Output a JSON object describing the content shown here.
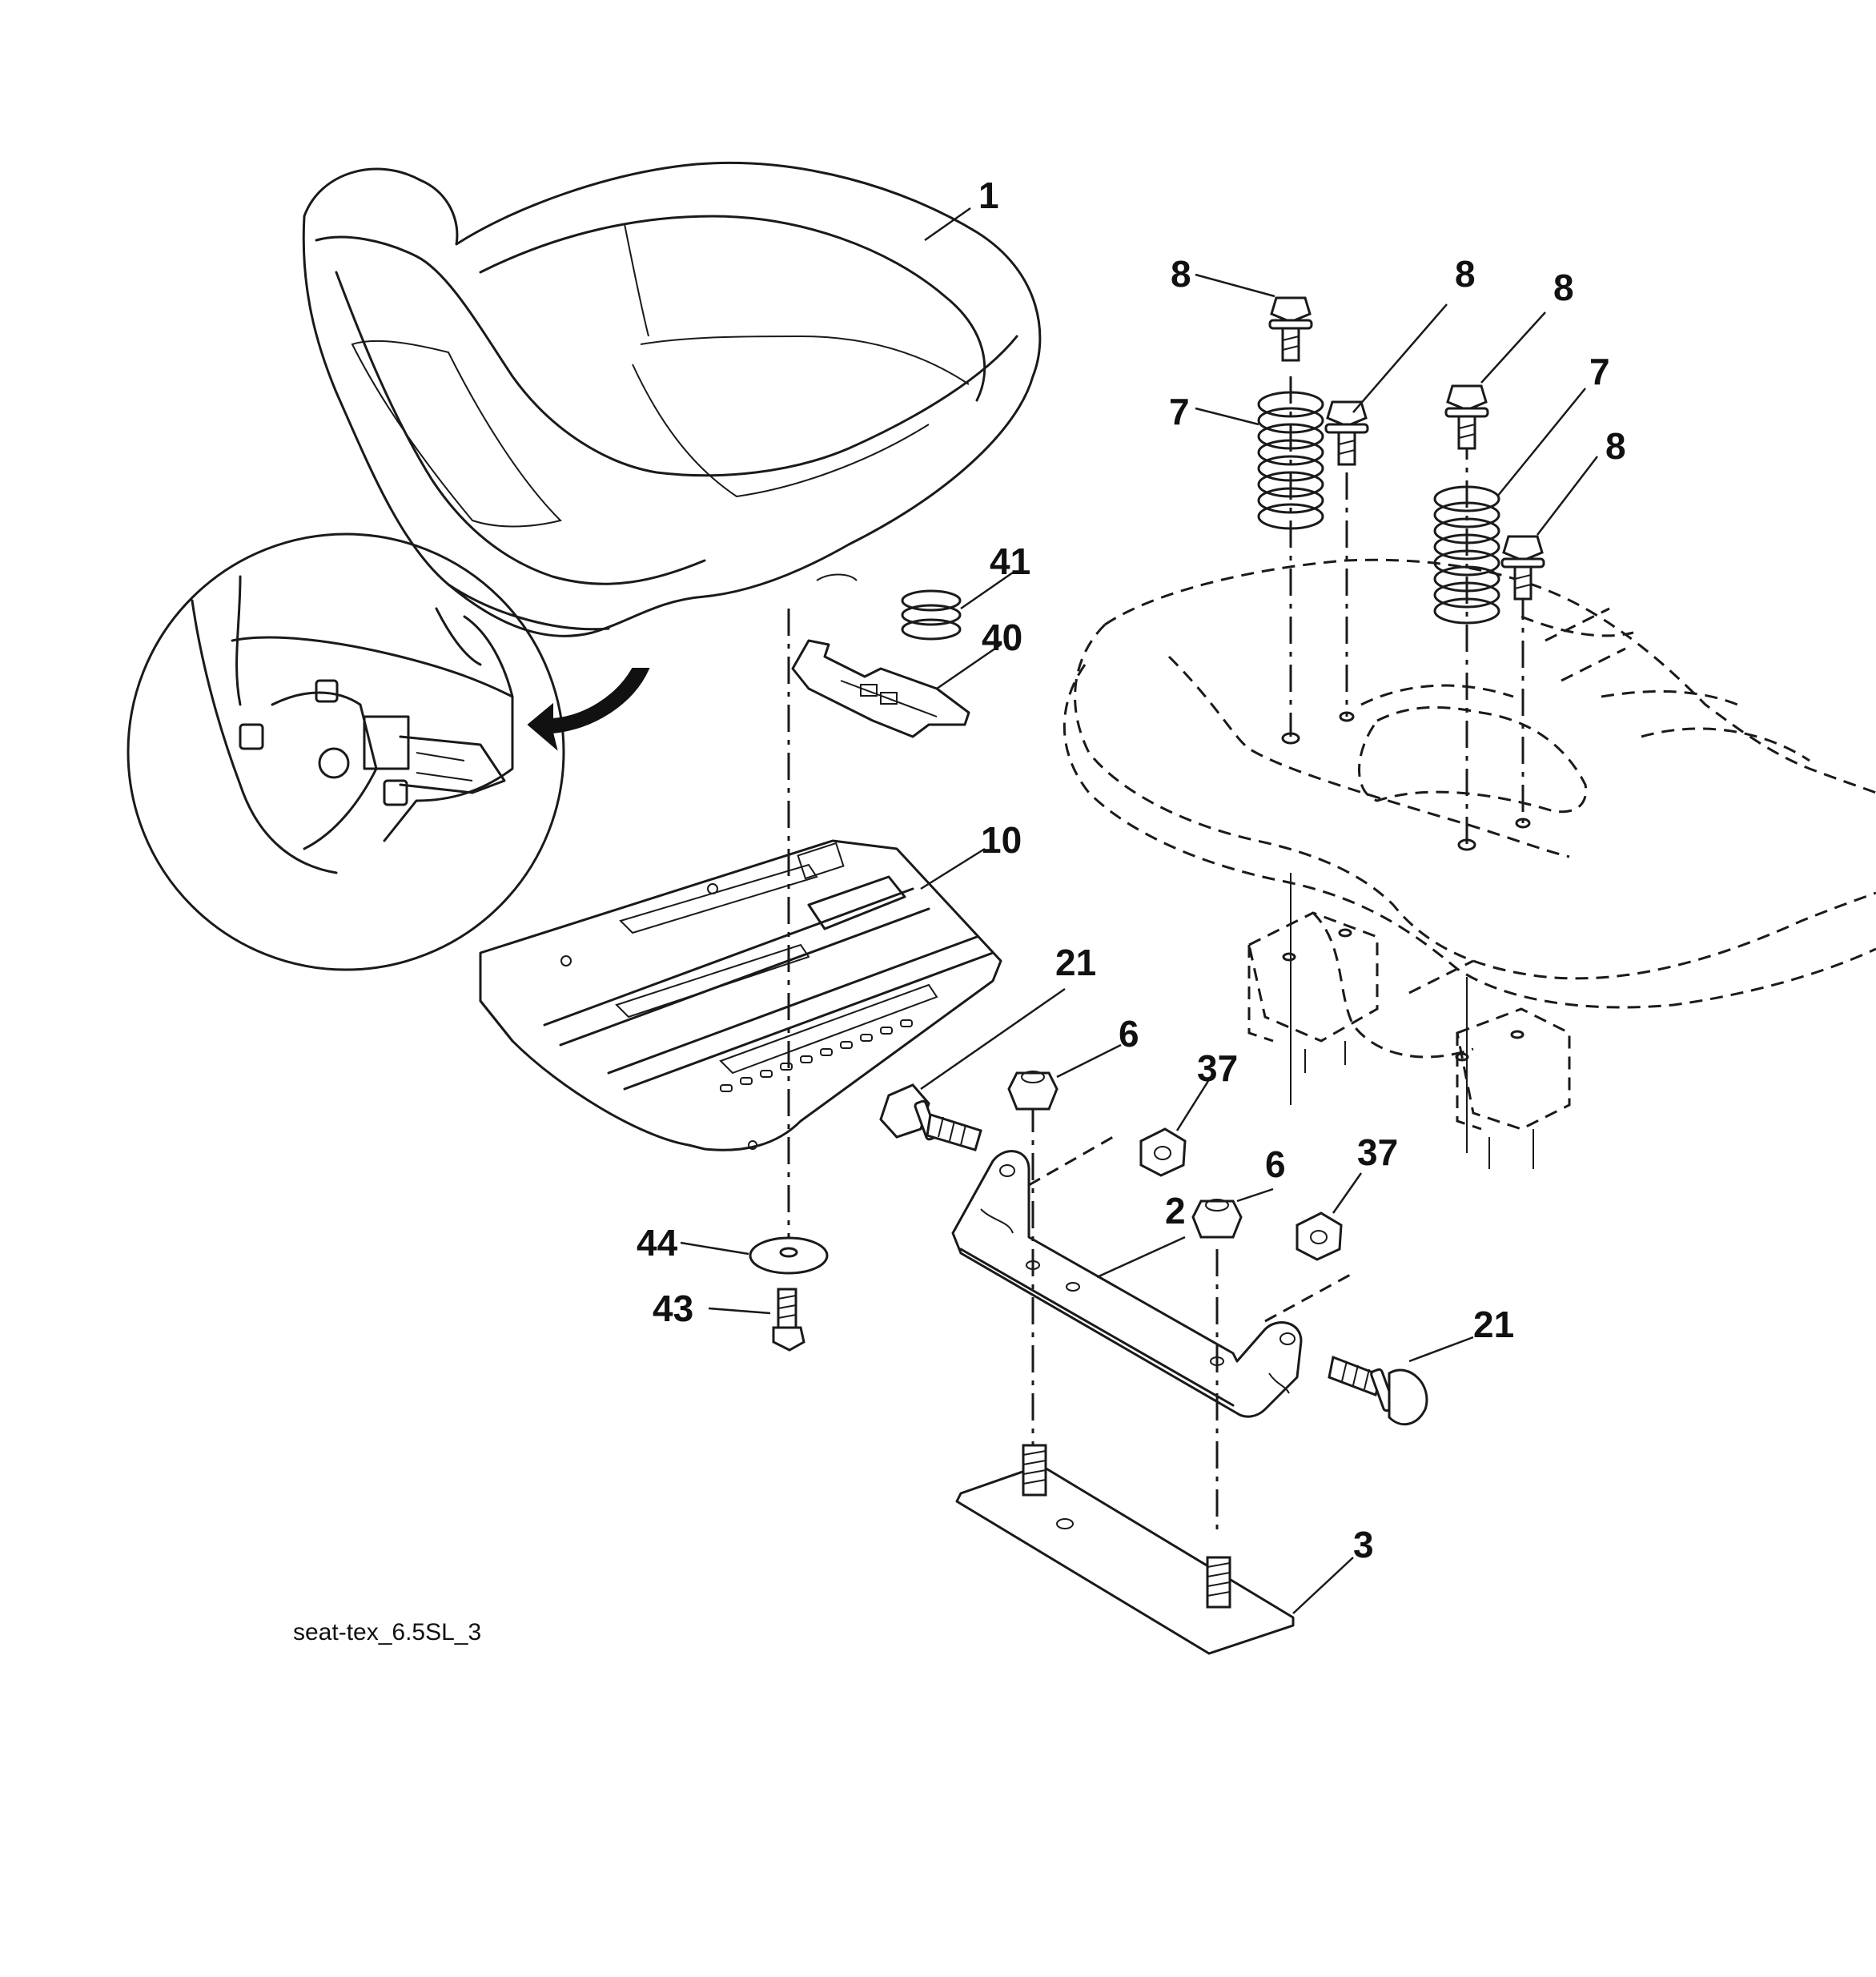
{
  "diagram": {
    "caption": "seat-tex_6.5SL_3",
    "callouts": {
      "seat": "1",
      "screw_a": "8",
      "screw_b": "8",
      "screw_c": "8",
      "screw_d": "8",
      "spring_left": "7",
      "spring_right": "7",
      "spring_small": "41",
      "clip": "40",
      "seat_pan": "10",
      "bolt_left": "21",
      "bolt_right": "21",
      "nut_left": "6",
      "nut_right": "6",
      "nut37_left": "37",
      "nut37_right": "37",
      "bracket": "2",
      "plate": "3",
      "washer": "44",
      "screw_small": "43"
    }
  }
}
